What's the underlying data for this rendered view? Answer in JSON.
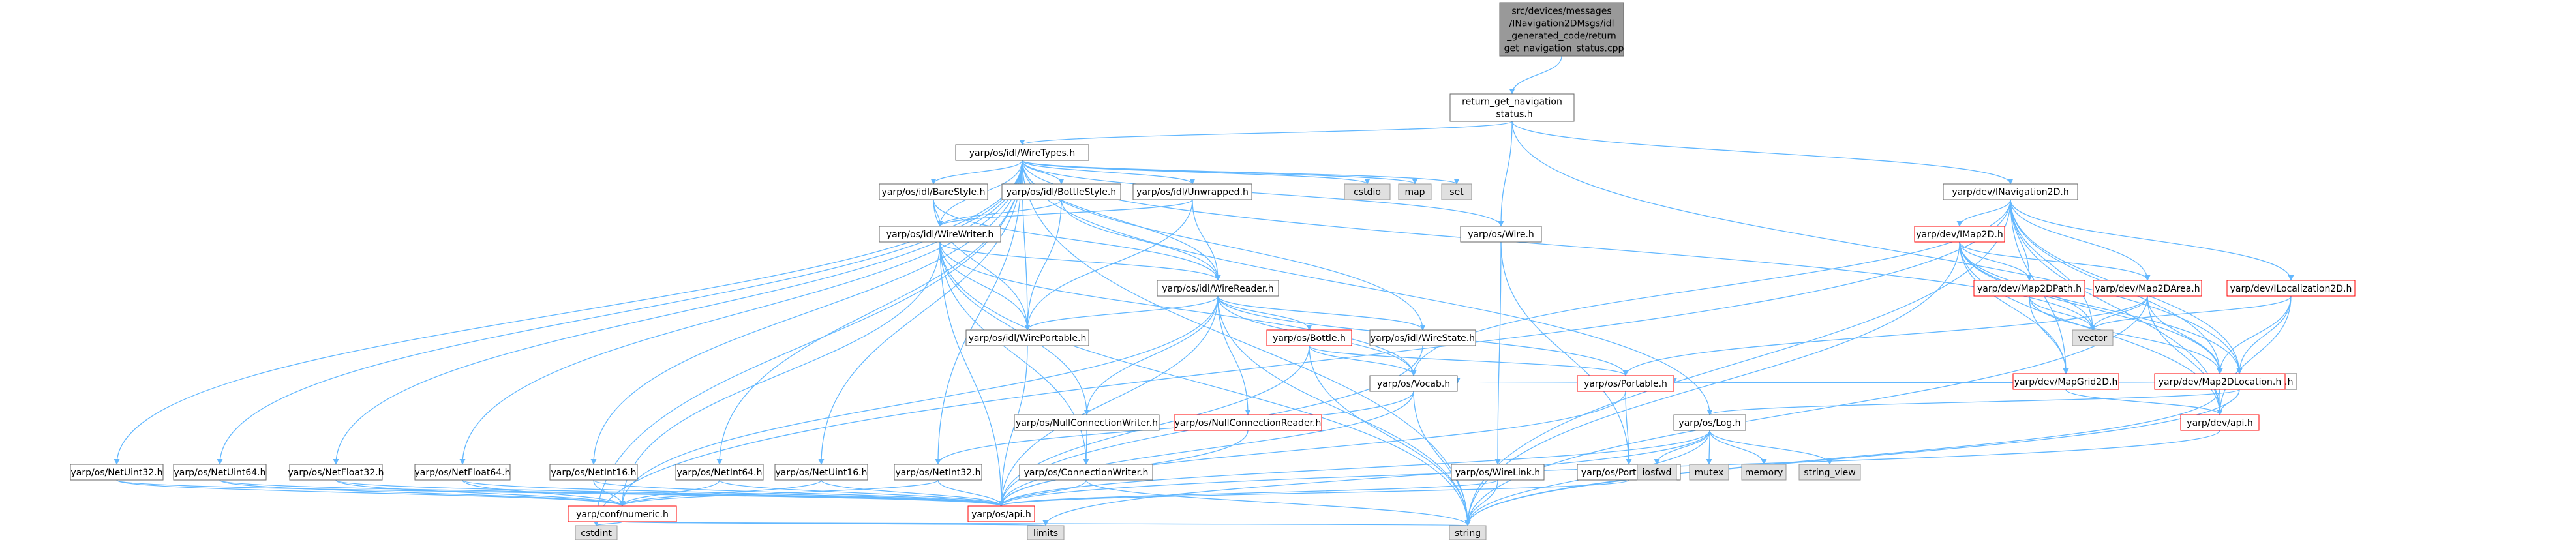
{
  "colors": {
    "edge": "#63b8ff",
    "node_fill": "#ffffff",
    "node_stroke": "#666666",
    "root_fill": "#999999",
    "root_stroke": "#666666",
    "external_fill": "#e0e0e0",
    "external_stroke": "#999999",
    "red_text": "#ff0000",
    "red_border": "#ff0000"
  },
  "nodes": [
    {
      "id": "root",
      "kind": "root",
      "lines": [
        "src/devices/messages",
        "/INavigation2DMsgs/idl",
        "_generated_code/return",
        "_get_navigation_status.cpp"
      ]
    },
    {
      "id": "rgns",
      "kind": "normal",
      "lines": [
        "return_get_navigation",
        "_status.h"
      ]
    },
    {
      "id": "wiretypes",
      "kind": "normal",
      "lines": [
        "yarp/os/idl/WireTypes.h"
      ]
    },
    {
      "id": "inav",
      "kind": "normal",
      "lines": [
        "yarp/dev/INavigation2D.h"
      ]
    },
    {
      "id": "wire",
      "kind": "normal",
      "lines": [
        "yarp/os/Wire.h"
      ]
    },
    {
      "id": "retval",
      "kind": "normal",
      "lines": [
        "yarp/dev/ReturnValue.h"
      ]
    },
    {
      "id": "barestyle",
      "kind": "normal",
      "lines": [
        "yarp/os/idl/BareStyle.h"
      ]
    },
    {
      "id": "bottlestyle",
      "kind": "normal",
      "lines": [
        "yarp/os/idl/BottleStyle.h"
      ]
    },
    {
      "id": "unwrapped",
      "kind": "normal",
      "lines": [
        "yarp/os/idl/Unwrapped.h"
      ]
    },
    {
      "id": "cstdio",
      "kind": "external",
      "lines": [
        "cstdio"
      ]
    },
    {
      "id": "map",
      "kind": "external",
      "lines": [
        "map"
      ]
    },
    {
      "id": "set",
      "kind": "external",
      "lines": [
        "set"
      ]
    },
    {
      "id": "wirewriter",
      "kind": "normal",
      "lines": [
        "yarp/os/idl/WireWriter.h"
      ]
    },
    {
      "id": "wirereader",
      "kind": "normal",
      "lines": [
        "yarp/os/idl/WireReader.h"
      ]
    },
    {
      "id": "wireportable",
      "kind": "normal",
      "lines": [
        "yarp/os/idl/WirePortable.h"
      ]
    },
    {
      "id": "bottle",
      "kind": "red",
      "lines": [
        "yarp/os/Bottle.h"
      ]
    },
    {
      "id": "wirestate",
      "kind": "normal",
      "lines": [
        "yarp/os/idl/WireState.h"
      ]
    },
    {
      "id": "vocab",
      "kind": "normal",
      "lines": [
        "yarp/os/Vocab.h"
      ]
    },
    {
      "id": "portable",
      "kind": "red",
      "lines": [
        "yarp/os/Portable.h"
      ]
    },
    {
      "id": "nullcw",
      "kind": "normal",
      "lines": [
        "yarp/os/NullConnectionWriter.h"
      ]
    },
    {
      "id": "nullcr",
      "kind": "red",
      "lines": [
        "yarp/os/NullConnectionReader.h"
      ]
    },
    {
      "id": "connwriter",
      "kind": "normal",
      "lines": [
        "yarp/os/ConnectionWriter.h"
      ]
    },
    {
      "id": "wirelink",
      "kind": "normal",
      "lines": [
        "yarp/os/WireLink.h"
      ]
    },
    {
      "id": "portreader",
      "kind": "normal",
      "lines": [
        "yarp/os/PortReader.h"
      ]
    },
    {
      "id": "netuint32",
      "kind": "normal",
      "lines": [
        "yarp/os/NetUint32.h"
      ]
    },
    {
      "id": "netuint64",
      "kind": "normal",
      "lines": [
        "yarp/os/NetUint64.h"
      ]
    },
    {
      "id": "netfloat32",
      "kind": "normal",
      "lines": [
        "yarp/os/NetFloat32.h"
      ]
    },
    {
      "id": "netfloat64",
      "kind": "normal",
      "lines": [
        "yarp/os/NetFloat64.h"
      ]
    },
    {
      "id": "netint16",
      "kind": "normal",
      "lines": [
        "yarp/os/NetInt16.h"
      ]
    },
    {
      "id": "netint64",
      "kind": "normal",
      "lines": [
        "yarp/os/NetInt64.h"
      ]
    },
    {
      "id": "netuint16",
      "kind": "normal",
      "lines": [
        "yarp/os/NetUint16.h"
      ]
    },
    {
      "id": "netint32",
      "kind": "normal",
      "lines": [
        "yarp/os/NetInt32.h"
      ]
    },
    {
      "id": "numeric",
      "kind": "red",
      "lines": [
        "yarp/conf/numeric.h"
      ]
    },
    {
      "id": "osapi",
      "kind": "red",
      "lines": [
        "yarp/os/api.h"
      ]
    },
    {
      "id": "cstdint",
      "kind": "external",
      "lines": [
        "cstdint"
      ]
    },
    {
      "id": "limits",
      "kind": "external",
      "lines": [
        "limits"
      ]
    },
    {
      "id": "string",
      "kind": "external",
      "lines": [
        "string"
      ]
    },
    {
      "id": "imap2d",
      "kind": "red",
      "lines": [
        "yarp/dev/IMap2D.h"
      ]
    },
    {
      "id": "map2dpath",
      "kind": "red",
      "lines": [
        "yarp/dev/Map2DPath.h"
      ]
    },
    {
      "id": "map2darea",
      "kind": "red",
      "lines": [
        "yarp/dev/Map2DArea.h"
      ]
    },
    {
      "id": "iloc2d",
      "kind": "red",
      "lines": [
        "yarp/dev/ILocalization2D.h"
      ]
    },
    {
      "id": "vector",
      "kind": "external",
      "lines": [
        "vector"
      ]
    },
    {
      "id": "mapgrid2d",
      "kind": "red",
      "lines": [
        "yarp/dev/MapGrid2D.h"
      ]
    },
    {
      "id": "map2dloc",
      "kind": "red",
      "lines": [
        "yarp/dev/Map2DLocation.h"
      ]
    },
    {
      "id": "devapi",
      "kind": "red",
      "lines": [
        "yarp/dev/api.h"
      ]
    },
    {
      "id": "log",
      "kind": "normal",
      "lines": [
        "yarp/os/Log.h"
      ]
    },
    {
      "id": "iosfwd",
      "kind": "external",
      "lines": [
        "iosfwd"
      ]
    },
    {
      "id": "mutex",
      "kind": "external",
      "lines": [
        "mutex"
      ]
    },
    {
      "id": "memory",
      "kind": "external",
      "lines": [
        "memory"
      ]
    },
    {
      "id": "string_view",
      "kind": "external",
      "lines": [
        "string_view"
      ]
    }
  ],
  "edges": [
    [
      "root",
      "rgns"
    ],
    [
      "rgns",
      "wiretypes"
    ],
    [
      "rgns",
      "inav"
    ],
    [
      "rgns",
      "wire"
    ],
    [
      "rgns",
      "retval"
    ],
    [
      "wiretypes",
      "barestyle"
    ],
    [
      "wiretypes",
      "bottlestyle"
    ],
    [
      "wiretypes",
      "unwrapped"
    ],
    [
      "wiretypes",
      "cstdio"
    ],
    [
      "wiretypes",
      "map"
    ],
    [
      "wiretypes",
      "set"
    ],
    [
      "wiretypes",
      "wirewriter"
    ],
    [
      "wiretypes",
      "wirereader"
    ],
    [
      "wiretypes",
      "wireportable"
    ],
    [
      "wiretypes",
      "wirestate"
    ],
    [
      "wiretypes",
      "wire"
    ],
    [
      "wiretypes",
      "string"
    ],
    [
      "wiretypes",
      "cstdint"
    ],
    [
      "wiretypes",
      "vector"
    ],
    [
      "wiretypes",
      "log"
    ],
    [
      "wiretypes",
      "netuint32"
    ],
    [
      "wiretypes",
      "netuint64"
    ],
    [
      "wiretypes",
      "netfloat32"
    ],
    [
      "wiretypes",
      "netfloat64"
    ],
    [
      "wiretypes",
      "netint16"
    ],
    [
      "wiretypes",
      "netint64"
    ],
    [
      "wiretypes",
      "netuint16"
    ],
    [
      "wiretypes",
      "netint32"
    ],
    [
      "barestyle",
      "wirewriter"
    ],
    [
      "barestyle",
      "wirereader"
    ],
    [
      "barestyle",
      "wireportable"
    ],
    [
      "bottlestyle",
      "wirewriter"
    ],
    [
      "bottlestyle",
      "wirereader"
    ],
    [
      "bottlestyle",
      "wireportable"
    ],
    [
      "unwrapped",
      "wirewriter"
    ],
    [
      "unwrapped",
      "wirereader"
    ],
    [
      "unwrapped",
      "wireportable"
    ],
    [
      "wirewriter",
      "wirereader"
    ],
    [
      "wirewriter",
      "wireportable"
    ],
    [
      "wirewriter",
      "vocab"
    ],
    [
      "wirewriter",
      "connwriter"
    ],
    [
      "wirewriter",
      "nullcw"
    ],
    [
      "wirewriter",
      "osapi"
    ],
    [
      "wirewriter",
      "string"
    ],
    [
      "wirewriter",
      "numeric"
    ],
    [
      "wirereader",
      "wireportable"
    ],
    [
      "wirereader",
      "bottle"
    ],
    [
      "wirereader",
      "wirestate"
    ],
    [
      "wirereader",
      "vocab"
    ],
    [
      "wirereader",
      "nullcw"
    ],
    [
      "wirereader",
      "nullcr"
    ],
    [
      "wirereader",
      "portable"
    ],
    [
      "wirereader",
      "string"
    ],
    [
      "wirereader",
      "numeric"
    ],
    [
      "wirereader",
      "osapi"
    ],
    [
      "wireportable",
      "osapi"
    ],
    [
      "bottle",
      "portable"
    ],
    [
      "bottle",
      "vocab"
    ],
    [
      "bottle",
      "osapi"
    ],
    [
      "bottle",
      "string"
    ],
    [
      "wirestate",
      "osapi"
    ],
    [
      "vocab",
      "osapi"
    ],
    [
      "vocab",
      "string"
    ],
    [
      "vocab",
      "netint32"
    ],
    [
      "portable",
      "portreader"
    ],
    [
      "portable",
      "osapi"
    ],
    [
      "nullcw",
      "connwriter"
    ],
    [
      "nullcr",
      "osapi"
    ],
    [
      "connwriter",
      "osapi"
    ],
    [
      "connwriter",
      "string"
    ],
    [
      "wire",
      "wirelink"
    ],
    [
      "wire",
      "portreader"
    ],
    [
      "wirelink",
      "osapi"
    ],
    [
      "wirelink",
      "string"
    ],
    [
      "portreader",
      "osapi"
    ],
    [
      "netuint32",
      "numeric"
    ],
    [
      "netuint32",
      "osapi"
    ],
    [
      "netuint64",
      "numeric"
    ],
    [
      "netuint64",
      "osapi"
    ],
    [
      "netfloat32",
      "numeric"
    ],
    [
      "netfloat32",
      "osapi"
    ],
    [
      "netfloat64",
      "numeric"
    ],
    [
      "netfloat64",
      "osapi"
    ],
    [
      "netint16",
      "numeric"
    ],
    [
      "netint16",
      "osapi"
    ],
    [
      "netint64",
      "numeric"
    ],
    [
      "netint64",
      "osapi"
    ],
    [
      "netuint16",
      "numeric"
    ],
    [
      "netuint16",
      "osapi"
    ],
    [
      "netint32",
      "numeric"
    ],
    [
      "netint32",
      "osapi"
    ],
    [
      "numeric",
      "cstdint"
    ],
    [
      "numeric",
      "limits"
    ],
    [
      "numeric",
      "string"
    ],
    [
      "inav",
      "imap2d"
    ],
    [
      "inav",
      "map2dpath"
    ],
    [
      "inav",
      "map2darea"
    ],
    [
      "inav",
      "iloc2d"
    ],
    [
      "inav",
      "mapgrid2d"
    ],
    [
      "inav",
      "map2dloc"
    ],
    [
      "inav",
      "retval"
    ],
    [
      "inav",
      "vector"
    ],
    [
      "inav",
      "vocab"
    ],
    [
      "inav",
      "devapi"
    ],
    [
      "inav",
      "string"
    ],
    [
      "inav",
      "cstdint"
    ],
    [
      "imap2d",
      "map2dpath"
    ],
    [
      "imap2d",
      "map2darea"
    ],
    [
      "imap2d",
      "mapgrid2d"
    ],
    [
      "imap2d",
      "map2dloc"
    ],
    [
      "imap2d",
      "retval"
    ],
    [
      "imap2d",
      "vector"
    ],
    [
      "imap2d",
      "string"
    ],
    [
      "imap2d",
      "devapi"
    ],
    [
      "map2dpath",
      "map2dloc"
    ],
    [
      "map2dpath",
      "vector"
    ],
    [
      "map2dpath",
      "mapgrid2d"
    ],
    [
      "map2darea",
      "map2dloc"
    ],
    [
      "map2darea",
      "vector"
    ],
    [
      "map2darea",
      "devapi"
    ],
    [
      "map2darea",
      "string"
    ],
    [
      "map2darea",
      "portable"
    ],
    [
      "iloc2d",
      "map2dloc"
    ],
    [
      "iloc2d",
      "retval"
    ],
    [
      "iloc2d",
      "vector"
    ],
    [
      "iloc2d",
      "devapi"
    ],
    [
      "mapgrid2d",
      "portable"
    ],
    [
      "mapgrid2d",
      "devapi"
    ],
    [
      "map2dloc",
      "devapi"
    ],
    [
      "map2dloc",
      "string"
    ],
    [
      "map2dloc",
      "portable"
    ],
    [
      "retval",
      "log"
    ],
    [
      "retval",
      "devapi"
    ],
    [
      "retval",
      "string"
    ],
    [
      "retval",
      "vocab"
    ],
    [
      "retval",
      "portable"
    ],
    [
      "log",
      "iosfwd"
    ],
    [
      "log",
      "mutex"
    ],
    [
      "log",
      "memory"
    ],
    [
      "log",
      "string_view"
    ],
    [
      "log",
      "string"
    ],
    [
      "log",
      "osapi"
    ],
    [
      "log",
      "limits"
    ],
    [
      "devapi",
      "osapi"
    ]
  ]
}
